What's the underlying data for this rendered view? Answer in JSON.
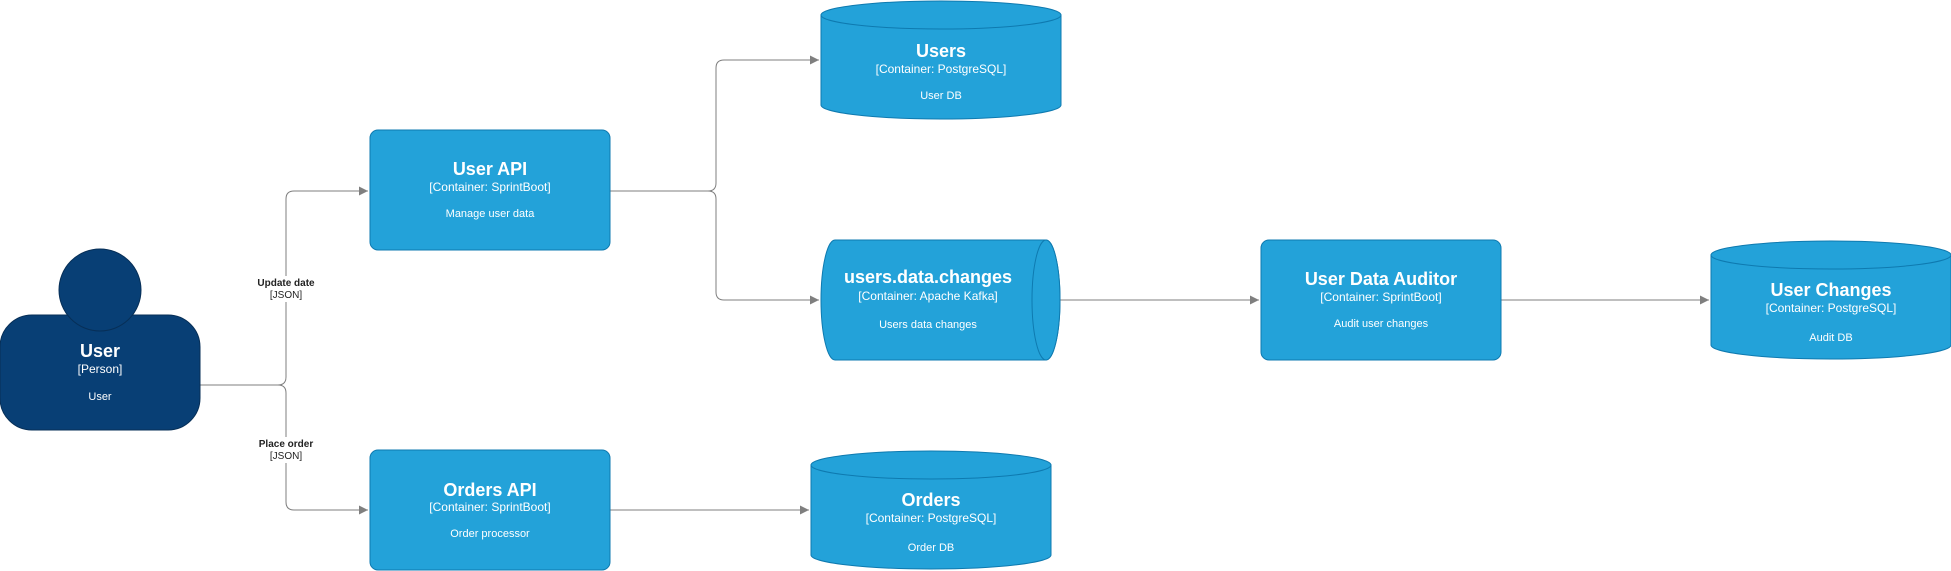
{
  "colors": {
    "container": "#23a2d9",
    "container_stroke": "#0e7ab0",
    "person": "#083f75",
    "person_stroke": "#072f57",
    "edge": "#7f7f7f",
    "text_light": "#ffffff",
    "text_dark": "#222222"
  },
  "person": {
    "title": "User",
    "type": "[Person]",
    "description": "User"
  },
  "containers": {
    "user_api": {
      "title": "User API",
      "type": "[Container: SprintBoot]",
      "description": "Manage user data"
    },
    "orders_api": {
      "title": "Orders API",
      "type": "[Container: SprintBoot]",
      "description": "Order processor"
    },
    "user_data_auditor": {
      "title": "User Data Auditor",
      "type": "[Container: SprintBoot]",
      "description": "Audit user changes"
    }
  },
  "databases": {
    "users": {
      "title": "Users",
      "type": "[Container: PostgreSQL]",
      "description": "User DB"
    },
    "orders": {
      "title": "Orders",
      "type": "[Container: PostgreSQL]",
      "description": "Order DB"
    },
    "user_changes": {
      "title": "User Changes",
      "type": "[Container: PostgreSQL]",
      "description": "Audit DB"
    }
  },
  "queues": {
    "users_data_changes": {
      "title": "users.data.changes",
      "type": "[Container: Apache Kafka]",
      "description": "Users data changes"
    }
  },
  "edges": {
    "update_data": {
      "label": "Update date",
      "tech": "[JSON]"
    },
    "place_order": {
      "label": "Place order",
      "tech": "[JSON]"
    }
  }
}
